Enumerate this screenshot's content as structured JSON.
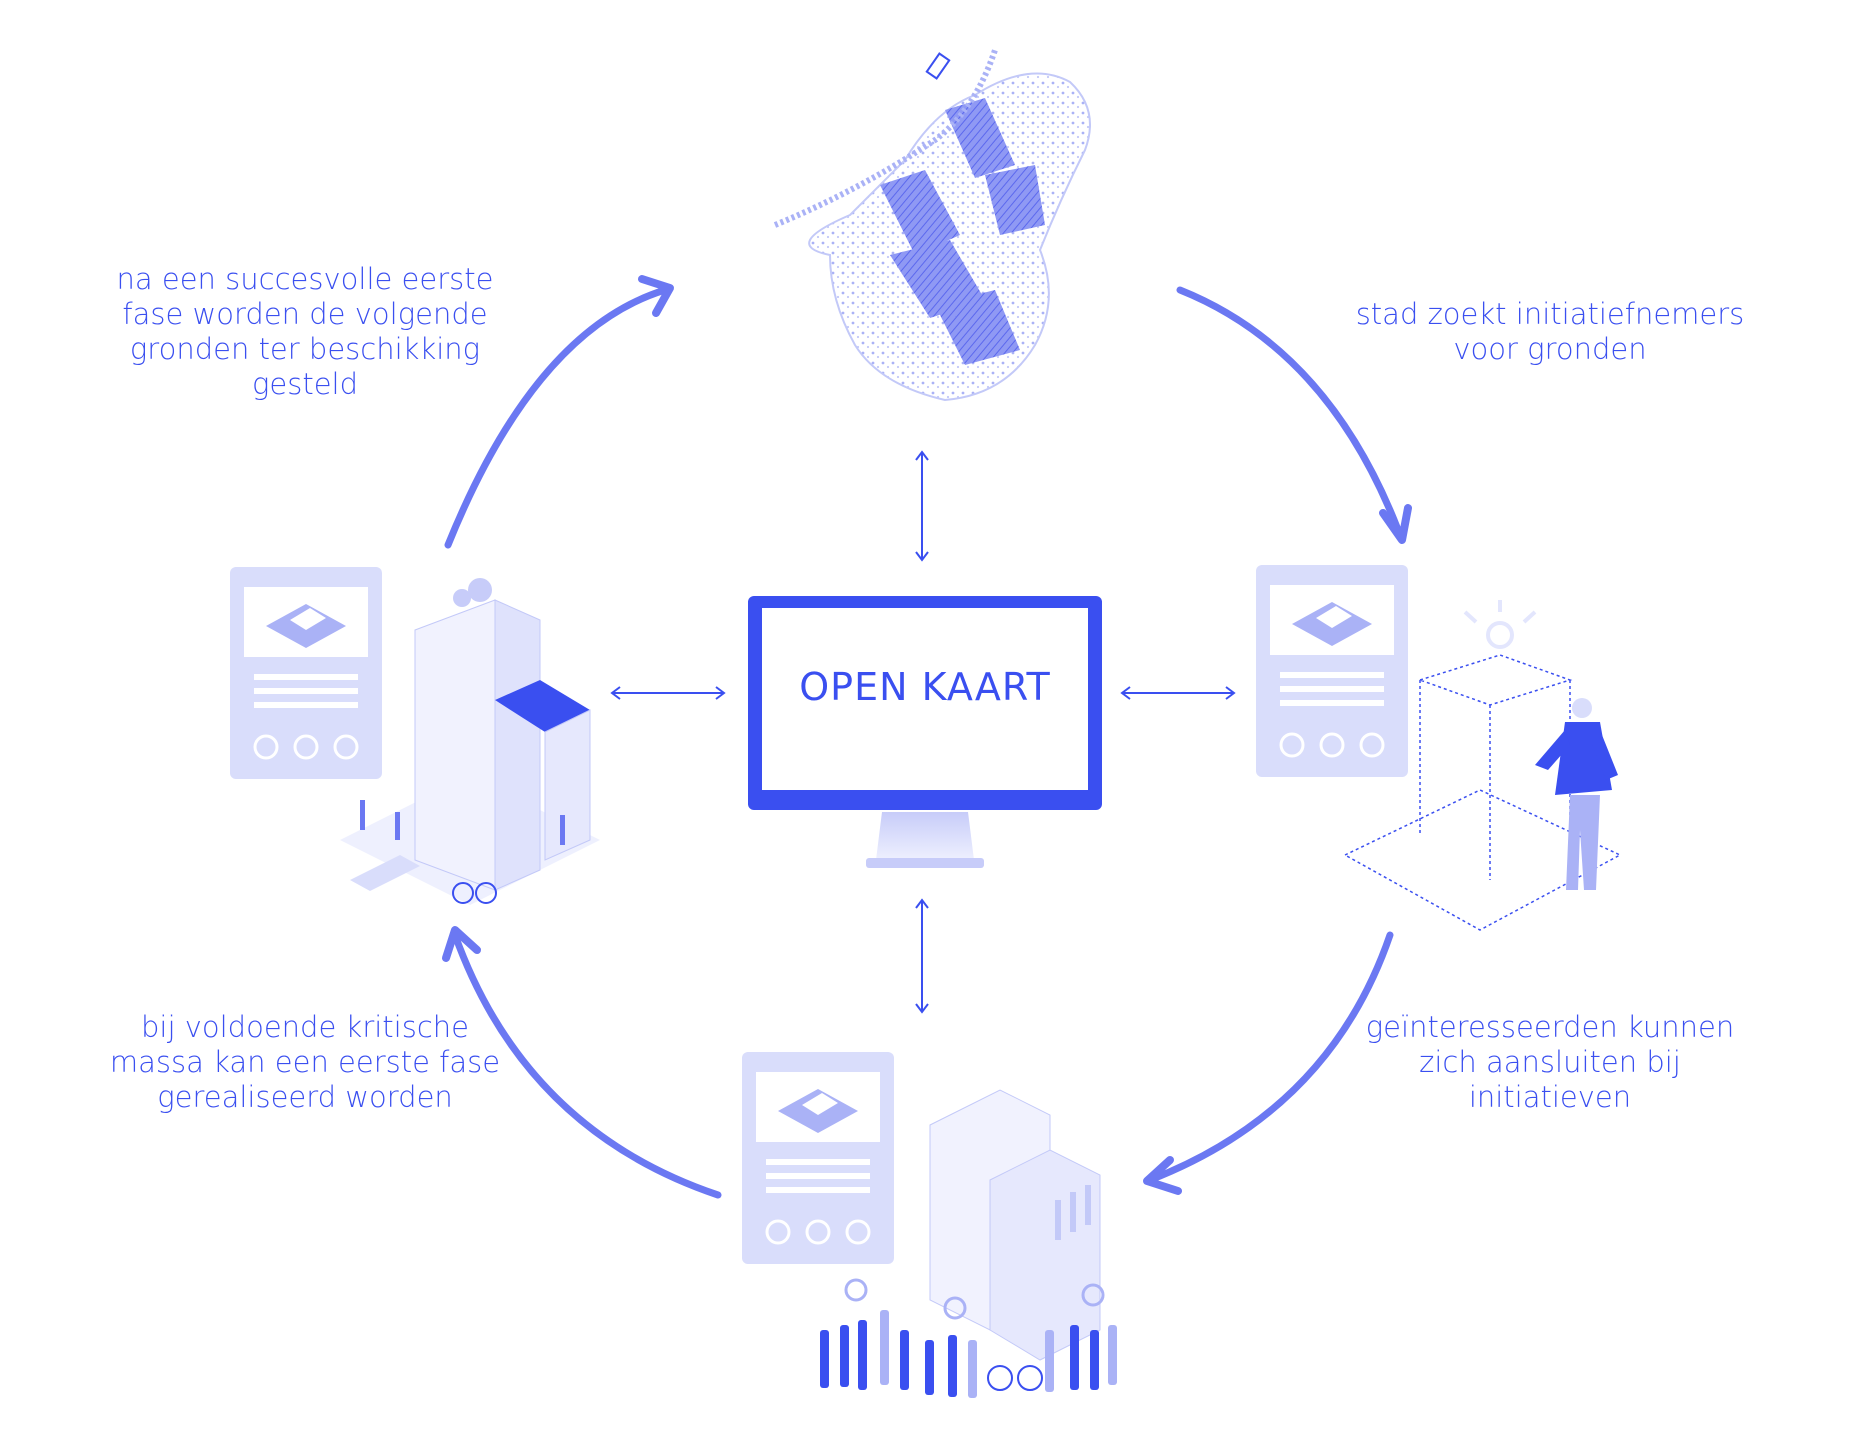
{
  "center": {
    "label": "OPEN KAART"
  },
  "captions": {
    "top_left": [
      "na een succesvolle eerste",
      "fase worden de volgende",
      "gronden ter beschikking",
      "gesteld"
    ],
    "top_right": [
      "stad zoekt initiatiefnemers",
      "voor gronden"
    ],
    "bottom_right": [
      "geïnteresseerden kunnen",
      "zich aansluiten bij",
      "initiatieven"
    ],
    "bottom_left": [
      "bij voldoende kritische",
      "massa kan een eerste fase",
      "gerealiseerd worden"
    ]
  },
  "colors": {
    "accent": "#3a4ff0",
    "arrow": "#6b78f2",
    "light": "#d9ddfb",
    "mid": "#aab2f6",
    "background": "#ffffff"
  },
  "icons": {
    "card_icons": [
      "euro-icon",
      "clock-icon",
      "thumbs-up-icon"
    ],
    "card_illustration": "house-icon"
  }
}
